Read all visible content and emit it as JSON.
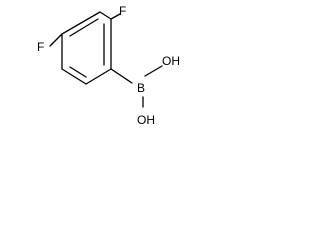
{
  "molecule": {
    "atoms": {
      "f_top": "F",
      "f_left": "F",
      "boron": "B",
      "oh_top": "OH",
      "oh_bottom": "OH"
    }
  }
}
